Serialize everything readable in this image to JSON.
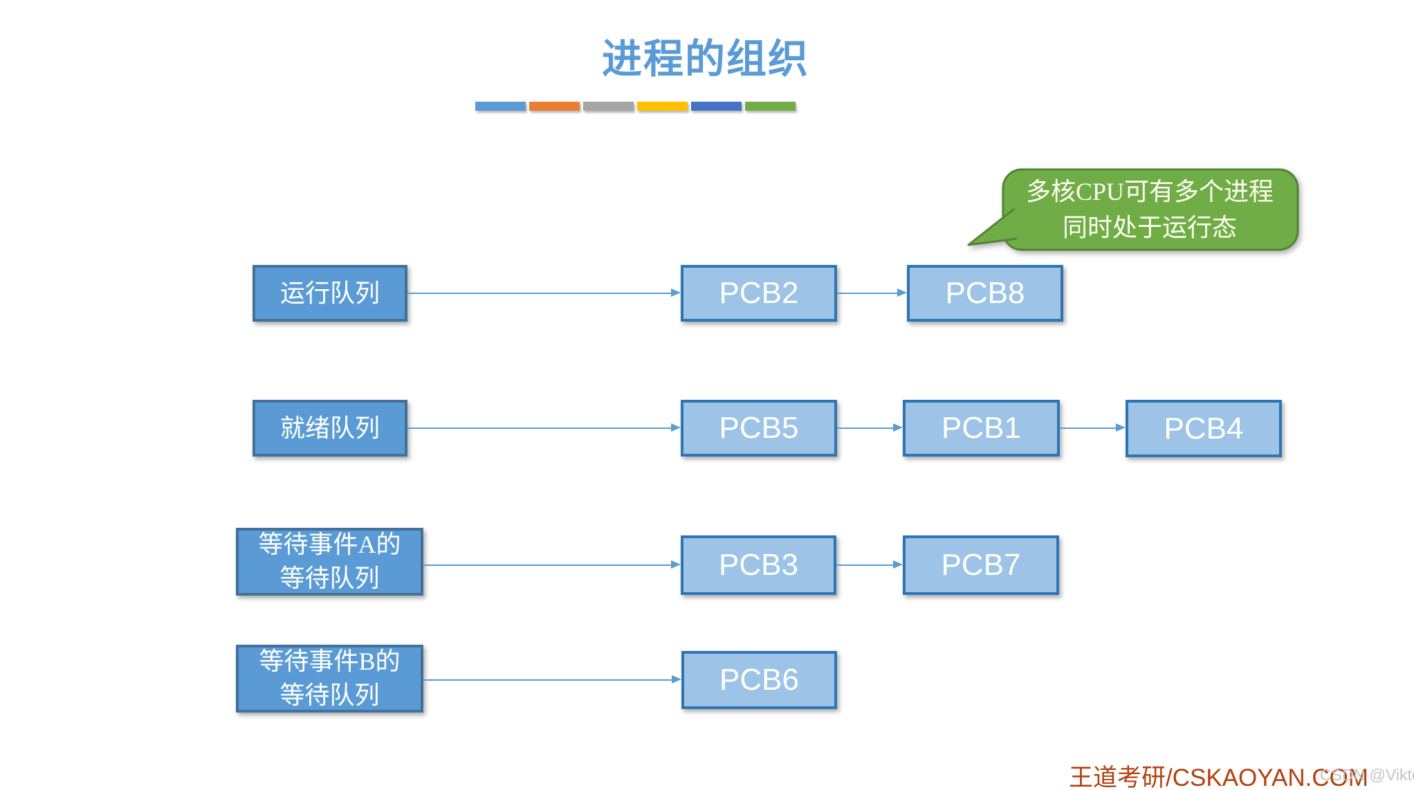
{
  "title": "进程的组织",
  "divider": {
    "colors": [
      "#5B9BD5",
      "#ED7D31",
      "#A5A5A5",
      "#FFC000",
      "#4472C4",
      "#70AD47"
    ]
  },
  "callout": {
    "text_line1": "多核CPU可有多个进程",
    "text_line2": "同时处于运行态",
    "fill_color": "#70AD47",
    "border_color": "#548235"
  },
  "queues": [
    {
      "label": "运行队列",
      "pcbs": [
        "PCB2",
        "PCB8"
      ]
    },
    {
      "label": "就绪队列",
      "pcbs": [
        "PCB5",
        "PCB1",
        "PCB4"
      ]
    },
    {
      "label_line1": "等待事件A的",
      "label_line2": "等待队列",
      "pcbs": [
        "PCB3",
        "PCB7"
      ]
    },
    {
      "label_line1": "等待事件B的",
      "label_line2": "等待队列",
      "pcbs": [
        "PCB6"
      ]
    }
  ],
  "colors": {
    "title": "#5B9BD5",
    "queue_box_fill": "#5B9BD5",
    "queue_box_border": "#41719C",
    "pcb_box_fill": "#9DC3E6",
    "pcb_box_border": "#2E75B6",
    "arrow": "#5B9BD5"
  },
  "watermarks": {
    "brand": "王道考研/CSKAOYAN.COM",
    "brand_color": "#B2410F",
    "csdn": "CSDN @Viktoriae"
  }
}
